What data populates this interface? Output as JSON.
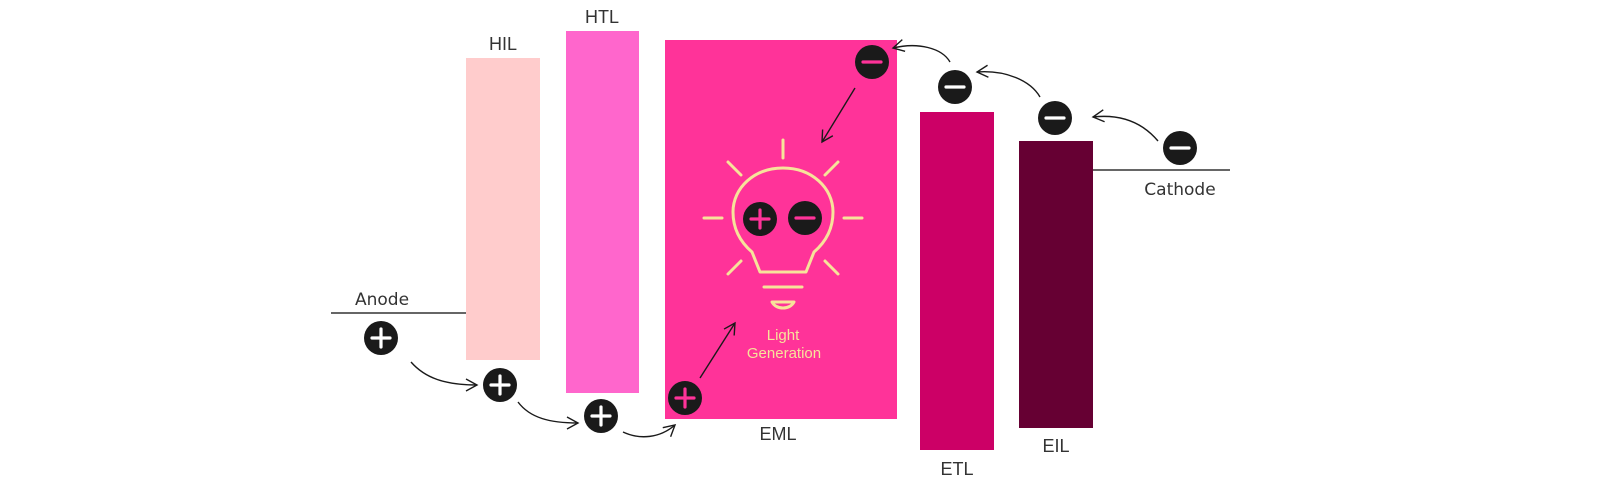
{
  "diagram": {
    "layers": [
      {
        "id": "hil",
        "label": "HIL",
        "color": "#ffcccc"
      },
      {
        "id": "htl",
        "label": "HTL",
        "color": "#ff66cc"
      },
      {
        "id": "eml",
        "label": "EML",
        "color": "#ff3399"
      },
      {
        "id": "etl",
        "label": "ETL",
        "color": "#cc0066"
      },
      {
        "id": "eil",
        "label": "EIL",
        "color": "#660033"
      }
    ],
    "electrodes": {
      "anode": "Anode",
      "cathode": "Cathode"
    },
    "light": {
      "line1": "Light",
      "line2": "Generation"
    },
    "colors": {
      "charge": "#1a1a1a",
      "charge_symbol_white": "#ffffff",
      "charge_symbol_pink": "#ff3399",
      "bulb": "#f7e39a"
    },
    "icons": {
      "hole": "plus-charge-icon",
      "electron": "minus-charge-icon",
      "bulb": "light-bulb-icon"
    }
  }
}
